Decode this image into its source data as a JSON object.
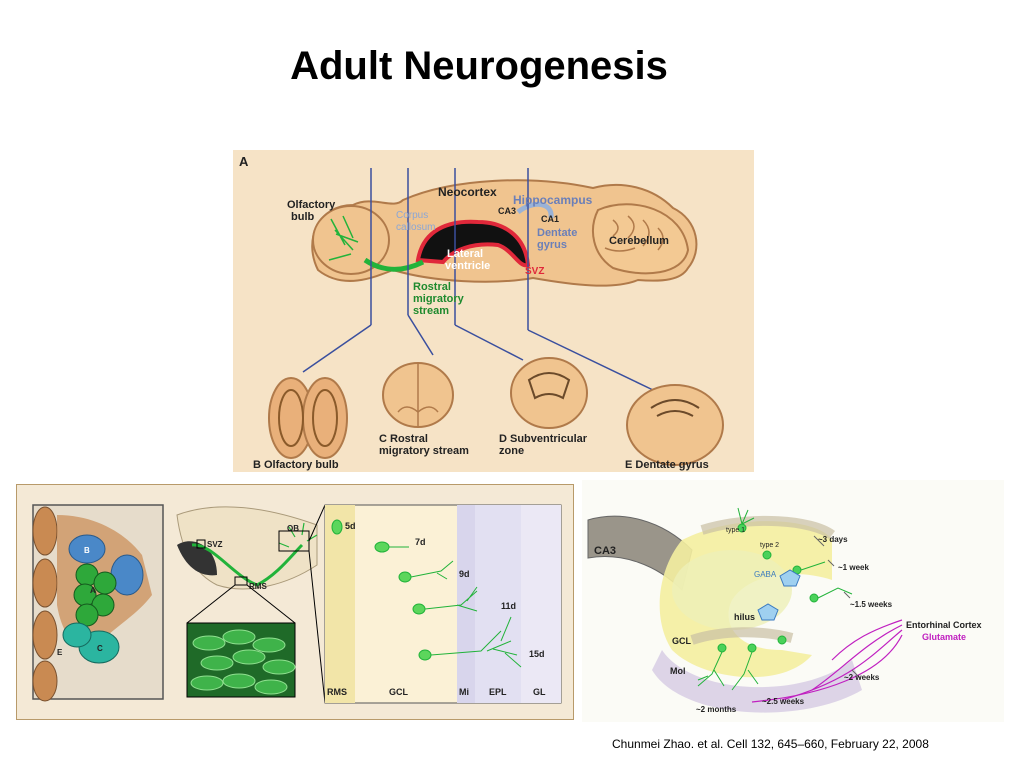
{
  "title": "Adult Neurogenesis",
  "citation": "Chunmei Zhao. et al. Cell 132, 645–660, February 22, 2008",
  "panel_a": {
    "letter": "A",
    "neocortex": "Neocortex",
    "hippocampus": "Hippocampus",
    "olfactory_bulb_1": "Olfactory",
    "olfactory_bulb_2": "bulb",
    "corpus_1": "Corpus",
    "corpus_2": "callosum",
    "ca3": "CA3",
    "ca1": "CA1",
    "dentate_1": "Dentate",
    "dentate_2": "gyrus",
    "cerebellum": "Cerebellum",
    "lateral_1": "Lateral",
    "lateral_2": "ventricle",
    "svz": "SVZ",
    "rostral_1": "Rostral",
    "rostral_2": "migratory",
    "rostral_3": "stream",
    "b_label": "B  Olfactory bulb",
    "c_label_1": "C  Rostral",
    "c_label_2": "migratory stream",
    "d_label_1": "D  Subventricular",
    "d_label_2": "zone",
    "e_label": "E  Dentate gyrus"
  },
  "panel_b": {
    "cell_b": "B",
    "cell_a": "A",
    "cell_c": "C",
    "cell_e": "E",
    "svz": "SVZ",
    "ob": "OB",
    "rms": "RMS",
    "d5": "5d",
    "d7": "7d",
    "d9": "9d",
    "d11": "11d",
    "d15": "15d",
    "layers": [
      "RMS",
      "GCL",
      "Mi",
      "EPL",
      "GL"
    ]
  },
  "panel_c": {
    "ca3": "CA3",
    "type1": "type 1",
    "type2": "type 2",
    "gaba": "GABA",
    "hilus": "hilus",
    "gcl": "GCL",
    "mol": "Mol",
    "days3": "~3 days",
    "week1": "~1 week",
    "week15": "~1.5 weeks",
    "week2": "~2 weeks",
    "week25": "~2.5 weeks",
    "months2": "~2 months",
    "entorhinal": "Entorhinal Cortex",
    "glutamate": "Glutamate"
  },
  "colors": {
    "tissue": "#f0c48f",
    "tissue_dark": "#c98a52",
    "green": "#22b33a",
    "red": "#e0283a",
    "blue_line": "#3a4f9e",
    "magenta": "#c020c0"
  }
}
